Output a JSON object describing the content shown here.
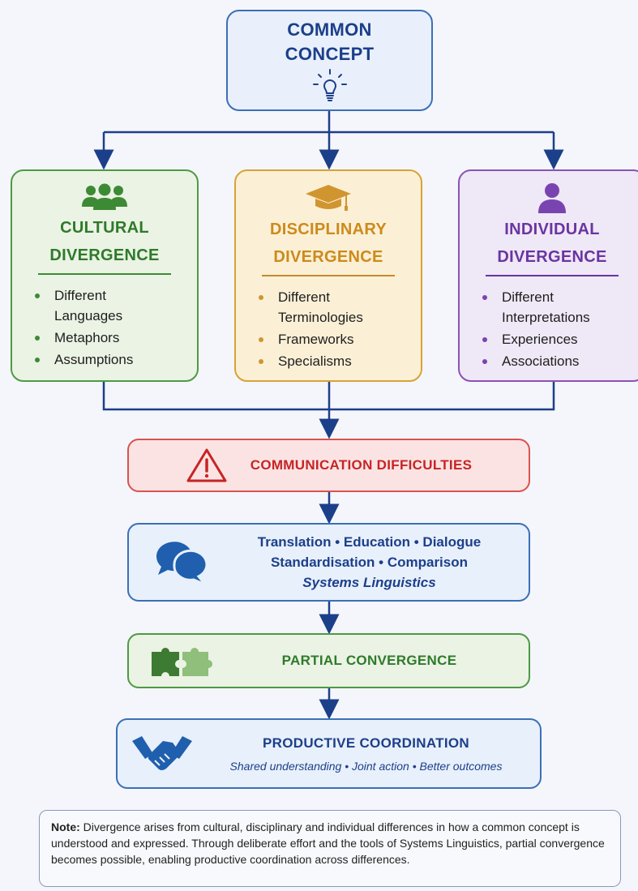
{
  "top": {
    "line1": "COMMON",
    "line2": "CONCEPT"
  },
  "cultural": {
    "title1": "CULTURAL",
    "title2": "DIVERGENCE",
    "items": [
      "Different",
      "Languages",
      "Metaphors",
      "Assumptions"
    ]
  },
  "disciplinary": {
    "title1": "DISCIPLINARY",
    "title2": "DIVERGENCE",
    "items": [
      "Different",
      "Terminologies",
      "Frameworks",
      "Specialisms"
    ]
  },
  "individual": {
    "title1": "INDIVIDUAL",
    "title2": "DIVERGENCE",
    "items": [
      "Different",
      "Interpretations",
      "Experiences",
      "Associations"
    ]
  },
  "comm": {
    "title": "COMMUNICATION DIFFICULTIES"
  },
  "methods": {
    "line1": "Translation • Education • Dialogue",
    "line2": "Standardisation • Comparison",
    "line3": "Systems Linguistics"
  },
  "partial": {
    "title": "PARTIAL CONVERGENCE"
  },
  "productive": {
    "title": "PRODUCTIVE COORDINATION",
    "sub": "Shared understanding • Joint action • Better outcomes"
  },
  "note": {
    "label": "Note:",
    "text": " Divergence arises from cultural, disciplinary and individual differences in how a common concept is understood and expressed. Through deliberate effort and the tools of Systems Linguistics, partial convergence becomes possible, enabling productive coordination across differences."
  },
  "colors": {
    "blue": "#1c3f8a",
    "green": "#2f7a2a",
    "orange": "#cd8a1b",
    "purple": "#6a35a1",
    "red": "#c62424"
  }
}
